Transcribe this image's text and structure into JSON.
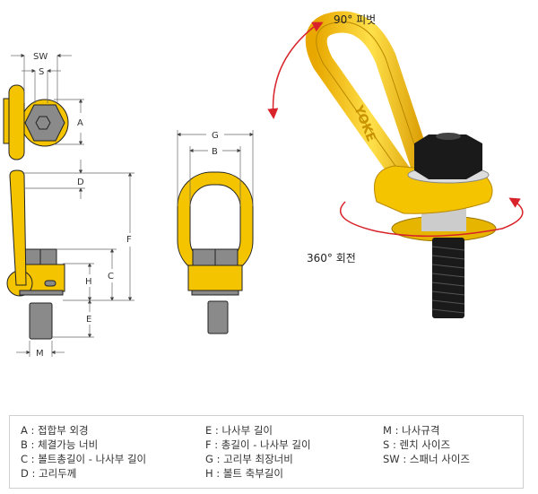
{
  "annotations": {
    "pivot": "90° 피벗",
    "rotate": "360° 회전"
  },
  "brand_mark": "YOKE",
  "dimension_labels": {
    "SW": "SW",
    "S": "S",
    "A": "A",
    "D": "D",
    "F": "F",
    "C": "C",
    "H": "H",
    "E": "E",
    "M": "M",
    "G": "G",
    "B": "B"
  },
  "legend": {
    "col1": [
      "A : 접합부 외경",
      "B : 체결가능 너비",
      "C : 볼트총길이 - 나사부 길이",
      "D : 고리두께"
    ],
    "col2": [
      "E : 나사부 길이",
      "F : 총길이 - 나사부 길이",
      "G : 고리부 최장너비",
      "H : 볼트 축부길이"
    ],
    "col3": [
      "M : 나사규격",
      "S : 렌치 사이즈",
      "SW : 스패너 사이즈"
    ]
  },
  "colors": {
    "yellow": "#f5c400",
    "gray": "#8a8a8a",
    "red": "#d8232a",
    "black": "#1a1a1a"
  }
}
